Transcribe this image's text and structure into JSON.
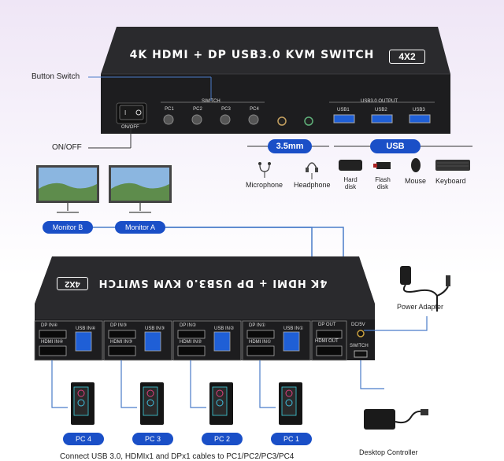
{
  "top_device": {
    "title": "4K HDMI + DP USB3.0 KVM SWITCH",
    "badge": "4X2",
    "switch_group": "SWITCH",
    "pc_buttons": [
      "PC1",
      "PC2",
      "PC3",
      "PC4"
    ],
    "usb_group": "USB3.0 OUTPUT",
    "usb_ports": [
      "USB1",
      "USB2",
      "USB3"
    ],
    "onoff_label": "ON/OFF"
  },
  "callouts": {
    "button_switch": "Button Switch",
    "onoff": "ON/OFF"
  },
  "audio": {
    "pill": "3.5mm",
    "items": [
      "Microphone",
      "Headphone"
    ]
  },
  "usb": {
    "pill": "USB",
    "items": [
      "Hard disk",
      "Flash disk",
      "Mouse",
      "Keyboard"
    ]
  },
  "monitors": [
    "Monitor B",
    "Monitor A"
  ],
  "bottom_device": {
    "title": "4K HDMI + DP USB3.0 KVM SWITCH",
    "badge": "4X2",
    "ports": [
      "DP IN④",
      "USB IN④",
      "HDMI IN④",
      "DP IN③",
      "USB IN③",
      "HDMI IN③",
      "DP IN②",
      "USB IN②",
      "HDMI IN②",
      "DP IN①",
      "USB IN①",
      "HDMI IN①",
      "DP OUT",
      "HDMI OUT",
      "DC/5V",
      "SWITCH"
    ]
  },
  "power_adapter": "Power Adapter",
  "desktop_controller": "Desktop Controller",
  "pcs": [
    "PC 4",
    "PC 3",
    "PC 2",
    "PC 1"
  ],
  "caption": "Connect USB 3.0, HDMIx1 and DPx1 cables to PC1/PC2/PC3/PC4",
  "colors": {
    "accent": "#1a4fc7",
    "device": "#1f1f21",
    "cable": "#4a7cc9"
  }
}
